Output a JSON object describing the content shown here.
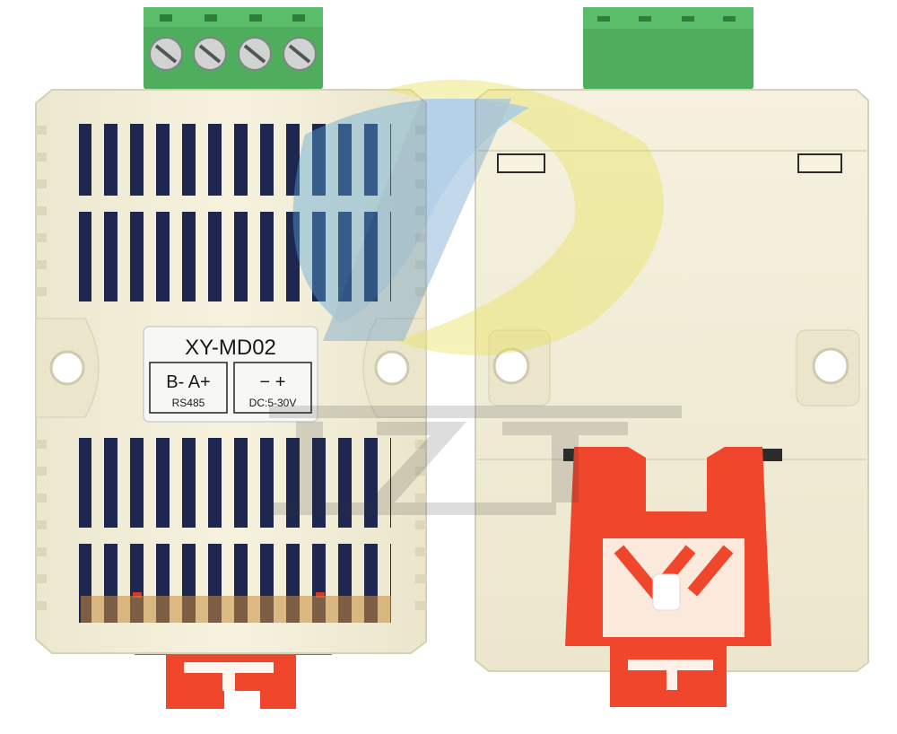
{
  "label": {
    "model": "XY-MD02",
    "bus_terminals": "B- A+",
    "bus_name": "RS485",
    "power_terminals": "−  +",
    "power_spec": "DC:5-30V"
  },
  "colors": {
    "housing": "#f3efd9",
    "housing_shadow": "#d9d3b8",
    "terminal_green": "#4fae5d",
    "clip_red": "#f0462c",
    "pcb_blue": "#1e2a55"
  }
}
